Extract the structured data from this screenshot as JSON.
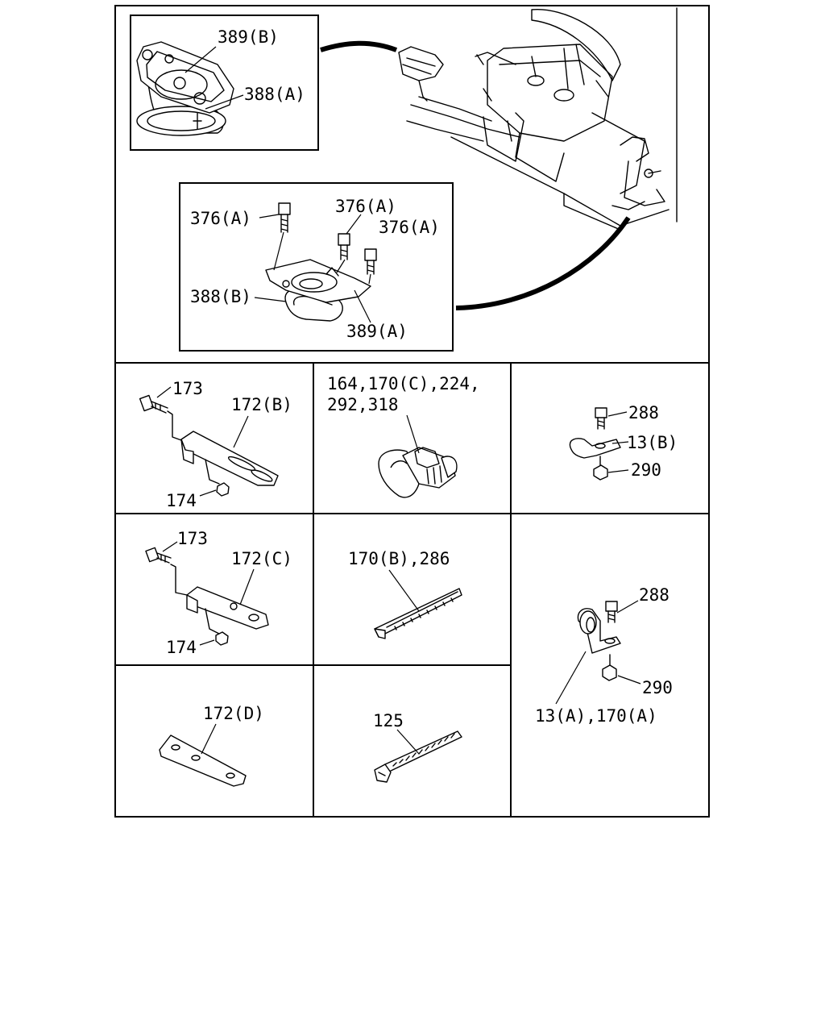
{
  "panels": {
    "top": {
      "inset_upper": {
        "labels": [
          "389(B)",
          "388(A)"
        ]
      },
      "inset_lower": {
        "labels": [
          "376(A)",
          "376(A)",
          "376(A)",
          "388(B)",
          "389(A)"
        ]
      }
    },
    "r1c1": {
      "labels": [
        "173",
        "172(B)",
        "174"
      ]
    },
    "r1c2": {
      "line1": "164,170(C),224,",
      "line2": "292,318"
    },
    "r1c3": {
      "labels": [
        "288",
        "13(B)",
        "290"
      ]
    },
    "r2c1": {
      "labels": [
        "173",
        "172(C)",
        "174"
      ]
    },
    "r2c2": {
      "labels": [
        "170(B),286"
      ]
    },
    "r23c3": {
      "labels": [
        "288",
        "290",
        "13(A),170(A)"
      ]
    },
    "r3c1": {
      "labels": [
        "172(D)"
      ]
    },
    "r3c2": {
      "labels": [
        "125"
      ]
    }
  }
}
